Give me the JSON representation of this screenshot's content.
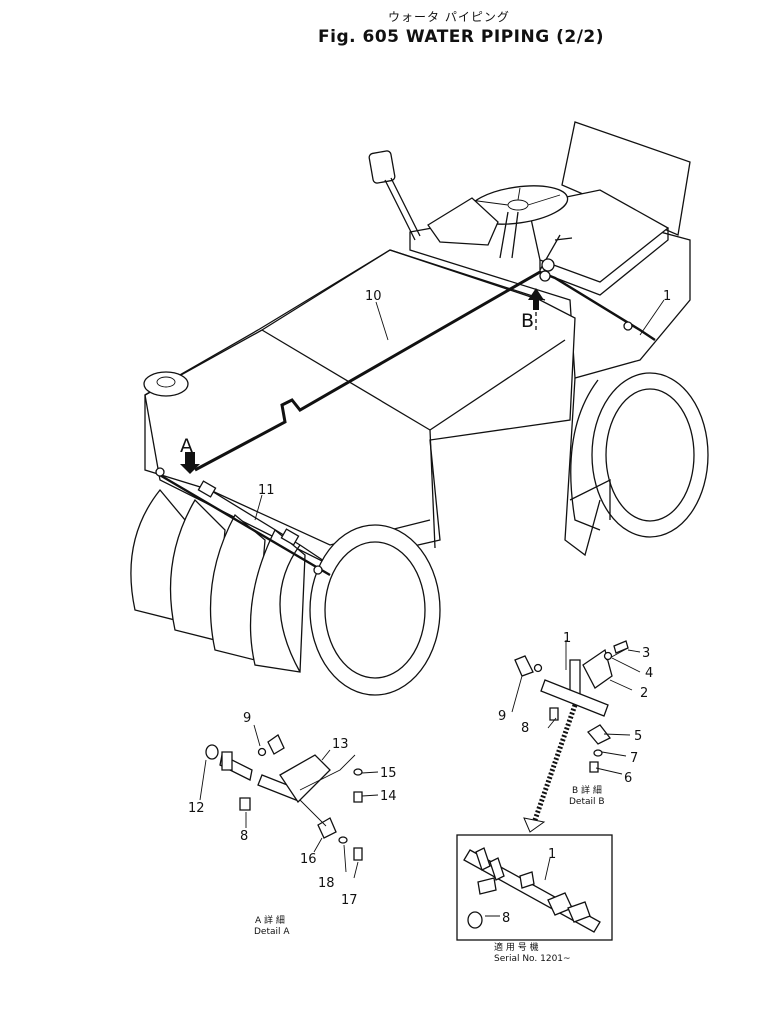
{
  "title": {
    "japanese": "ウォータ パイピング",
    "english": "Fig. 605  WATER PIPING  (2/2)"
  },
  "callouts": {
    "arrow_a": "A",
    "arrow_b": "B",
    "main_10": "10",
    "main_1": "1",
    "main_11": "11",
    "b_1": "1",
    "b_2": "2",
    "b_3": "3",
    "b_4": "4",
    "b_5": "5",
    "b_6": "6",
    "b_7": "7",
    "b_8": "8",
    "b_9": "9",
    "a_9": "9",
    "a_12": "12",
    "a_8": "8",
    "a_13": "13",
    "a_15": "15",
    "a_14": "14",
    "a_16": "16",
    "a_18": "18",
    "a_17": "17",
    "s_1": "1",
    "s_8": "8"
  },
  "captions": {
    "detail_a_jp": "A 詳 細",
    "detail_a_en": "Detail A",
    "detail_b_jp": "B 詳 細",
    "detail_b_en": "Detail B",
    "serial_jp": "適 用 号 機",
    "serial_en": "Serial  No. 1201~"
  }
}
